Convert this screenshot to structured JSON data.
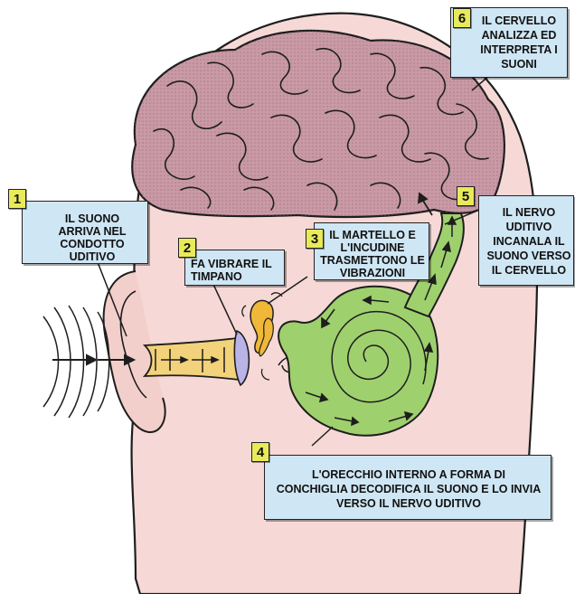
{
  "steps": [
    {
      "number": "1",
      "text": "IL SUONO ARRIVA NEL CONDOTTO UDITIVO"
    },
    {
      "number": "2",
      "text": "FA VIBRARE IL TIMPANO"
    },
    {
      "number": "3",
      "text": "IL MARTELLO E L'INCUDINE TRASMETTONO LE VIBRAZIONI"
    },
    {
      "number": "4",
      "text": "L'ORECCHIO INTERNO A FORMA DI CONCHIGLIA DECODIFICA IL SUONO E LO INVIA VERSO IL NERVO UDITIVO"
    },
    {
      "number": "5",
      "text": "IL NERVO UDITIVO INCANALA IL SUONO VERSO IL CERVELLO"
    },
    {
      "number": "6",
      "text": "IL CERVELLO ANALIZZA ED INTERPRETA I SUONI"
    }
  ],
  "colors": {
    "skin": "#f6d9d6",
    "brain": "#c99aa6",
    "cochlea": "#9fd06e",
    "canal": "#f2d27a",
    "ossicles": "#f0b838",
    "callout": "#cfe6f4",
    "number_badge": "#e8ea5a"
  }
}
